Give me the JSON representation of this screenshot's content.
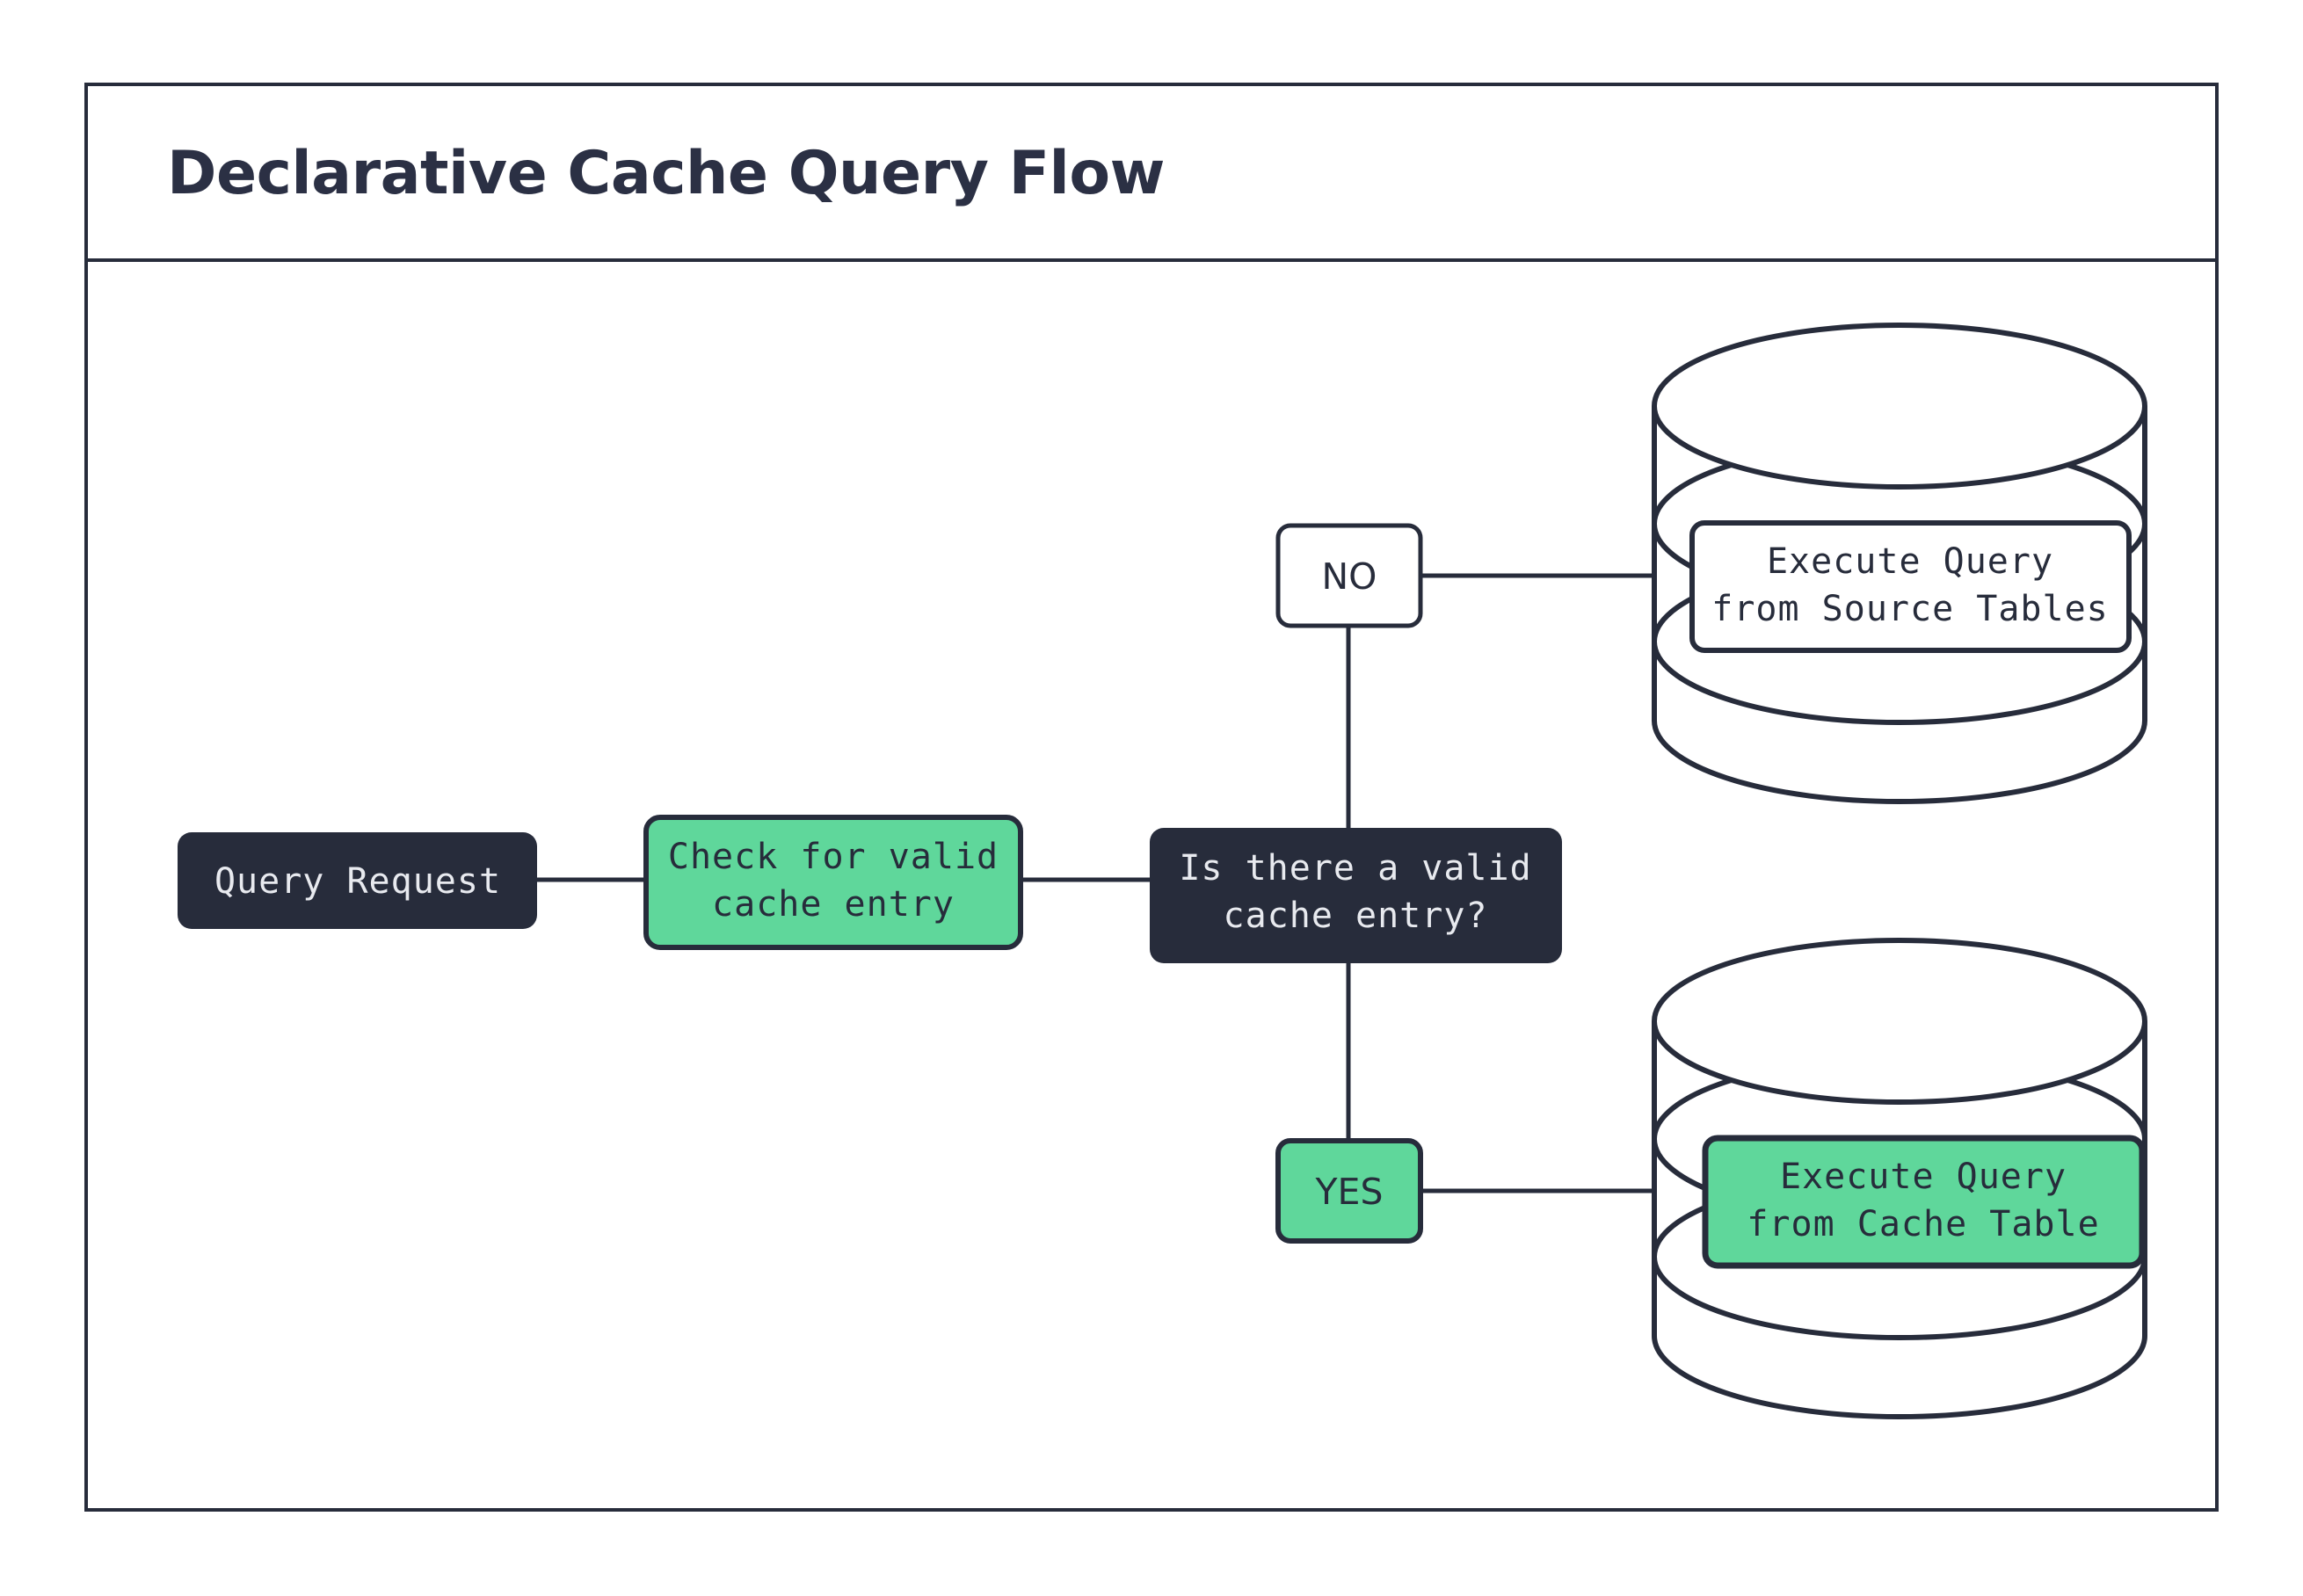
{
  "title": "Declarative Cache Query Flow",
  "colors": {
    "accent_green": "#5fd79b",
    "dark_navy": "#272c3b",
    "background": "#ffffff",
    "light_text": "#e8eaef"
  },
  "nodes": {
    "start": {
      "label": "Query Request",
      "style": "dark-filled"
    },
    "check": {
      "label_line1": "Check for valid",
      "label_line2": "cache entry",
      "style": "green-filled"
    },
    "decision": {
      "label_line1": "Is there a valid",
      "label_line2": "cache entry?",
      "style": "dark-filled"
    },
    "branch_no": {
      "label": "NO",
      "style": "white-filled"
    },
    "branch_yes": {
      "label": "YES",
      "style": "green-filled"
    },
    "source_db": {
      "label_line1": "Execute Query",
      "label_line2": "from Source Tables",
      "shape": "database-cylinder",
      "label_style": "white-filled"
    },
    "cache_db": {
      "label_line1": "Execute Query",
      "label_line2": "from Cache Table",
      "shape": "database-cylinder",
      "label_style": "green-filled"
    }
  },
  "edges": [
    {
      "from": "start",
      "to": "check"
    },
    {
      "from": "check",
      "to": "decision"
    },
    {
      "from": "decision",
      "to": "branch_no"
    },
    {
      "from": "branch_no",
      "to": "source_db"
    },
    {
      "from": "decision",
      "to": "branch_yes"
    },
    {
      "from": "branch_yes",
      "to": "cache_db"
    }
  ]
}
